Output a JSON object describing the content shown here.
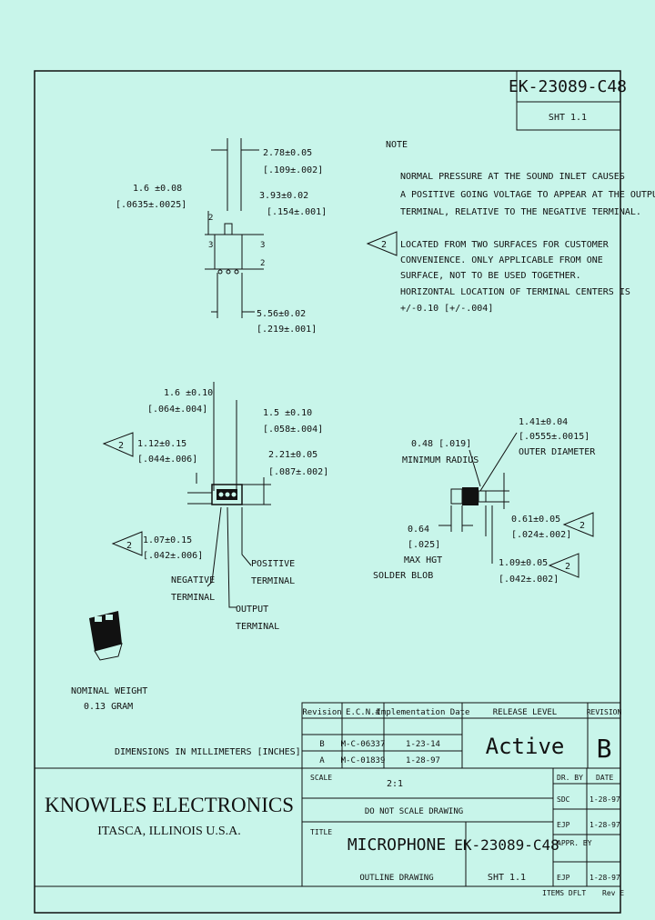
{
  "drawing_number": "EK-23089-C48",
  "sheet": "SHT 1.1",
  "notes": {
    "heading": "NOTE",
    "note1": [
      "NORMAL PRESSURE AT THE SOUND INLET CAUSES",
      "A POSITIVE GOING VOLTAGE TO APPEAR AT THE OUTPUT",
      "TERMINAL, RELATIVE TO THE NEGATIVE TERMINAL."
    ],
    "note2": [
      "LOCATED FROM TWO SURFACES FOR CUSTOMER",
      "CONVENIENCE. ONLY APPLICABLE FROM ONE",
      "SURFACE, NOT TO BE USED TOGETHER.",
      "HORIZONTAL LOCATION OF TERMINAL CENTERS IS",
      "+/-0.10 [+/-.004]"
    ]
  },
  "dims": {
    "d_top_a": "2.78±0.05",
    "d_top_a_in": "[.109±.002]",
    "d_left_a": "1.6 ±0.08",
    "d_left_a_in": "[.0635±.0025]",
    "d_right_a": "3.93±0.02",
    "d_right_a_in": "[.154±.001]",
    "d_bottom_a": "5.56±0.02",
    "d_bottom_a_in": "[.219±.001]",
    "d_top_b": "1.6 ±0.10",
    "d_top_b_in": "[.064±.004]",
    "d_top_c": "1.5 ±0.10",
    "d_top_c_in": "[.058±.004]",
    "d_left_b": "1.12±0.15",
    "d_left_b_in": "[.044±.006]",
    "d_right_b": "2.21±0.05",
    "d_right_b_in": "[.087±.002]",
    "d_left_c": "1.07±0.15",
    "d_left_c_in": "[.042±.006]",
    "lbl_a": "2",
    "lbl_b": "3",
    "d_od": "1.41±0.04",
    "d_od_in": "[.0555±.0015]",
    "d_od_lbl": "OUTER DIAMETER",
    "d_rad": "0.48 [.019]",
    "d_rad_lbl": "MINIMUM RADIUS",
    "d_solder": "0.64",
    "d_solder_in": "[.025]",
    "d_solder_lbl1": "MAX HGT",
    "d_solder_lbl2": "SOLDER BLOB",
    "d_r1": "0.61±0.05",
    "d_r1_in": "[.024±.002]",
    "d_r2": "1.09±0.05",
    "d_r2_in": "[.042±.002]",
    "flag": "2"
  },
  "callouts": {
    "positive": [
      "POSITIVE",
      "TERMINAL"
    ],
    "negative": [
      "NEGATIVE",
      "TERMINAL"
    ],
    "output": [
      "OUTPUT",
      "TERMINAL"
    ],
    "weight": [
      "NOMINAL WEIGHT",
      "0.13 GRAM"
    ],
    "units": "DIMENSIONS IN MILLIMETERS [INCHES]"
  },
  "revision_table": {
    "headers": [
      "Revision",
      "E.C.N.#",
      "Implementation Date"
    ],
    "rows": [
      [
        "B",
        "M-C-06337",
        "1-23-14"
      ],
      [
        "A",
        "M-C-01839",
        "1-28-97"
      ]
    ],
    "release_label": "RELEASE LEVEL",
    "release_value": "Active",
    "revision_label": "REVISION",
    "revision_value": "B"
  },
  "title_block": {
    "company": "KNOWLES ELECTRONICS",
    "location": "ITASCA, ILLINOIS U.S.A.",
    "scale_label": "SCALE",
    "scale_value": "2:1",
    "no_scale": "DO NOT SCALE DRAWING",
    "title_label": "TITLE",
    "title": "MICROPHONE",
    "subtitle": "OUTLINE DRAWING",
    "number": "EK-23089-C48",
    "sheet": "SHT 1.1",
    "dr_by": "DR. BY",
    "date": "DATE",
    "rows": [
      [
        "SDC",
        "1-28-97"
      ],
      [
        "EJP",
        "1-28-97"
      ],
      [
        "EJP",
        "1-28-97"
      ]
    ],
    "appr": "APPR. BY",
    "footer_left": "ITEMS DFLT",
    "footer_right": "Rev E"
  }
}
